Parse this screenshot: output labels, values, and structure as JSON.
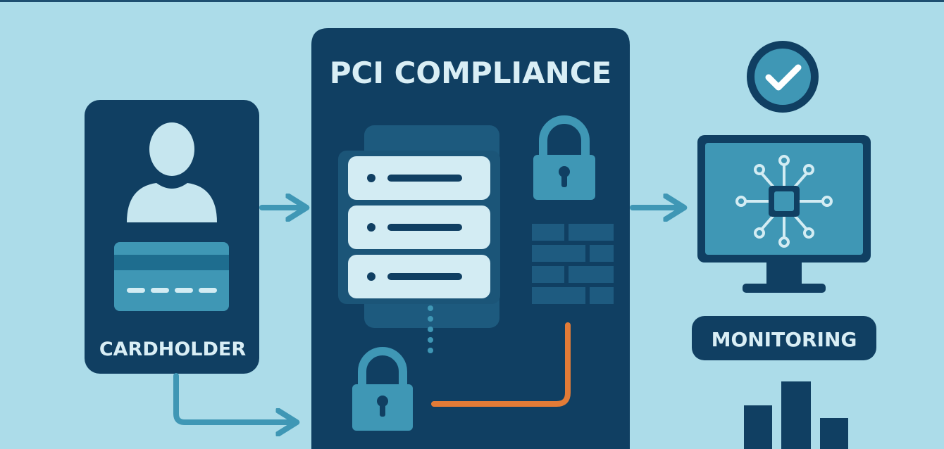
{
  "diagram": {
    "cardholder": {
      "label": "CARDHOLDER"
    },
    "compliance": {
      "title": "PCI COMPLIANCE"
    },
    "monitoring": {
      "label": "MONITORING"
    }
  },
  "colors": {
    "background": "#acdce9",
    "navy": "#103f62",
    "teal": "#3f97b5",
    "light": "#d3ecf3",
    "orange": "#e27b37",
    "label_text": "#d9eef5"
  },
  "icons": {
    "cardholder": [
      "user-icon",
      "credit-card-icon"
    ],
    "compliance": [
      "server-stack-icon",
      "padlock-icon",
      "firewall-icon"
    ],
    "monitoring": [
      "checkmark-icon",
      "monitor-icon",
      "chip-icon",
      "bar-chart-icon"
    ]
  }
}
